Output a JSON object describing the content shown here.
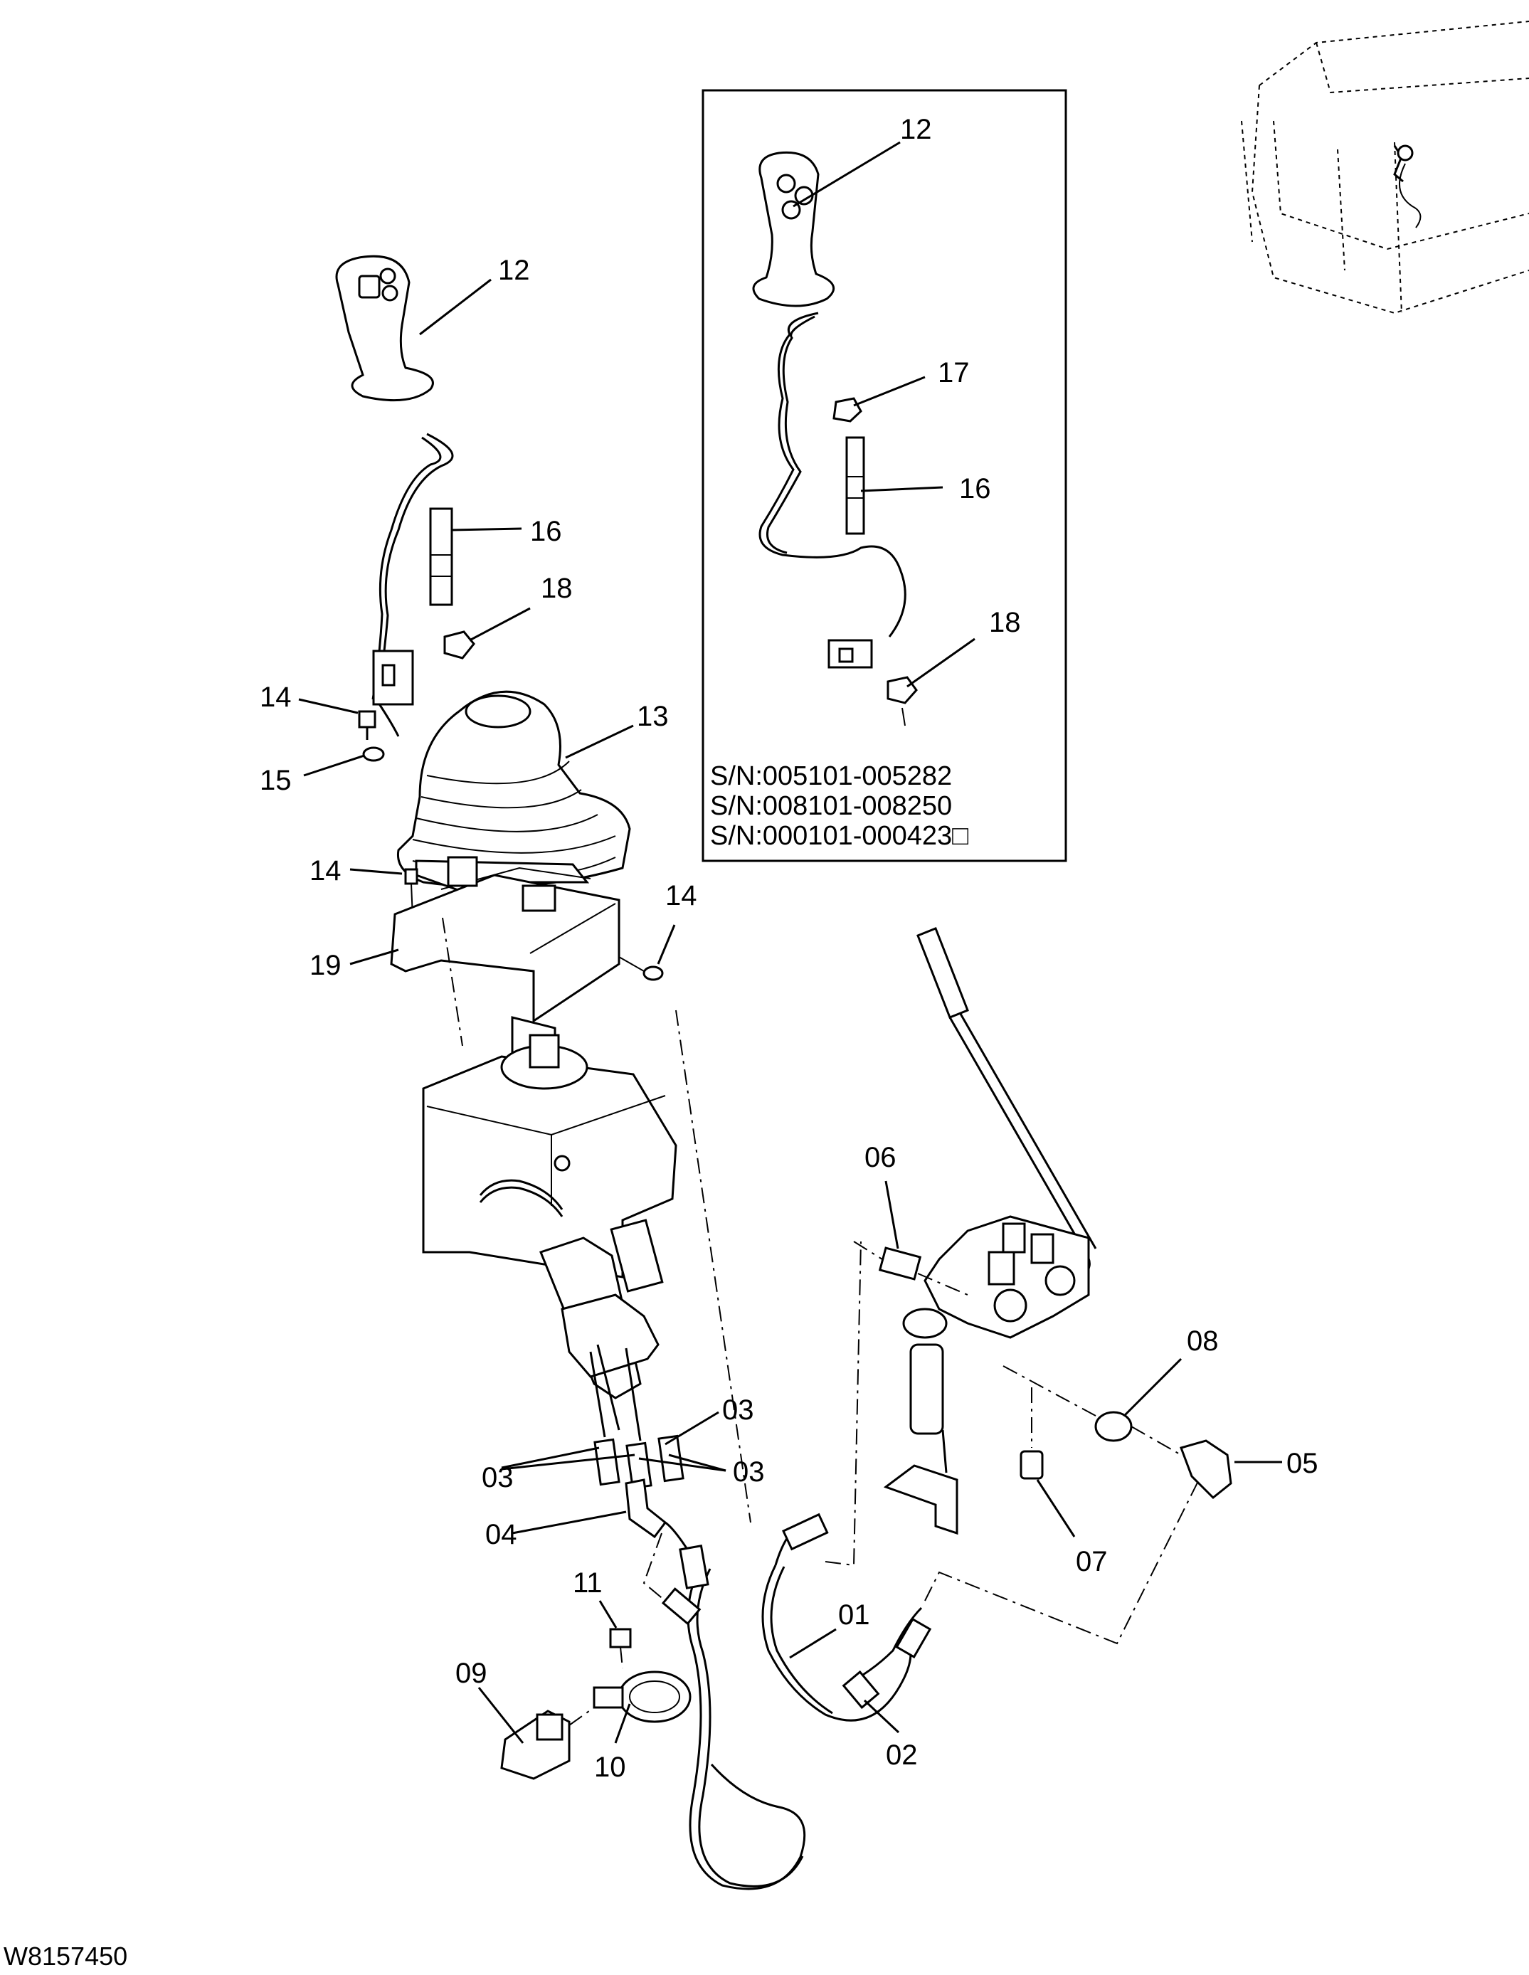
{
  "drawing_code": "W8157450",
  "inset": {
    "serials": [
      "S/N:005101-005282",
      "S/N:008101-008250",
      "S/N:000101-000423□"
    ]
  },
  "callouts": {
    "main_12": "12",
    "main_16": "16",
    "main_18": "18",
    "main_13": "13",
    "main_14a": "14",
    "main_15": "15",
    "main_14b": "14",
    "main_14c": "14",
    "main_19": "19",
    "inset_12": "12",
    "inset_17": "17",
    "inset_16": "16",
    "inset_18": "18",
    "c06": "06",
    "c08": "08",
    "c05": "05",
    "c07": "07",
    "c03a": "03",
    "c03b": "03",
    "c03c": "03",
    "c04": "04",
    "c11": "11",
    "c09": "09",
    "c10": "10",
    "c01": "01",
    "c02": "02"
  }
}
